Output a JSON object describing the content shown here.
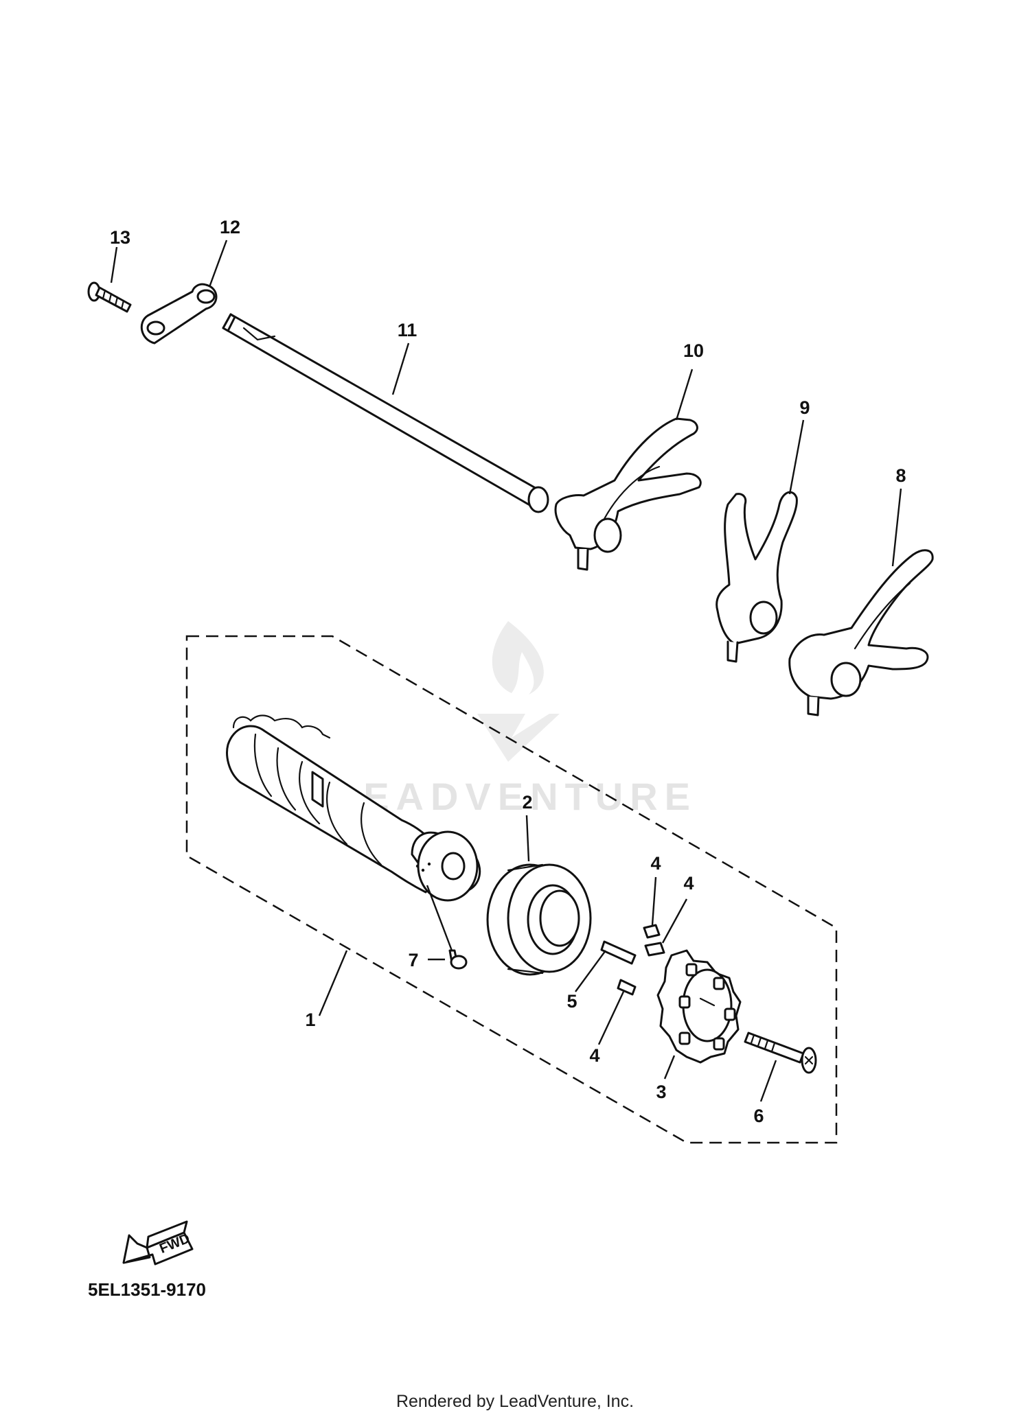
{
  "diagram": {
    "callouts": [
      "13",
      "12",
      "11",
      "10",
      "9",
      "8",
      "2",
      "4",
      "4",
      "7",
      "5",
      "1",
      "4",
      "3",
      "6"
    ],
    "fwd_label": "FWD",
    "part_code": "5EL1351-9170",
    "watermark": {
      "text": "LEADVENTURE"
    },
    "footer": "Rendered by LeadVenture, Inc."
  }
}
